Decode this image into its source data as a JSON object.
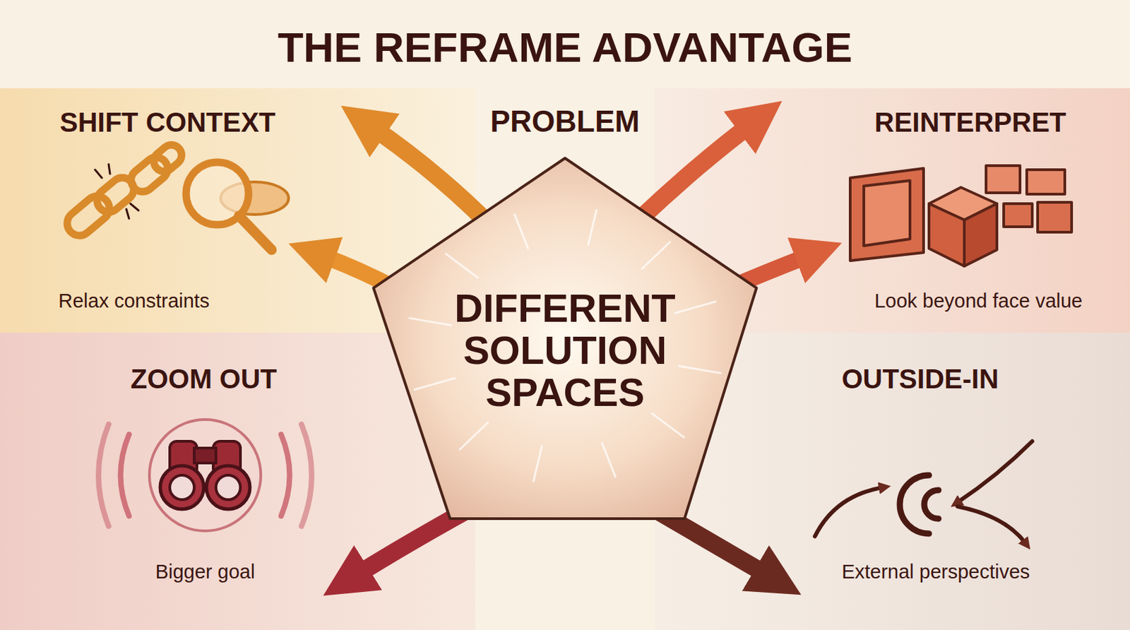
{
  "diagram": {
    "title": "THE REFRAME ADVANTAGE",
    "nodes": [
      {
        "text": [
          "SHIFT CONTEXT",
          "Relax constraints"
        ]
      },
      {
        "text": [
          "PROBLEM",
          "DIFFERENT SOLUTION SPACES"
        ]
      },
      {
        "text": [
          "REINTERPRET",
          "Look beyond face value"
        ]
      },
      {
        "text": [
          "ZOOM OUT",
          "Bigger goal"
        ]
      },
      {
        "text": [
          "OUTSIDE-IN",
          "External perspectives"
        ]
      }
    ]
  }
}
